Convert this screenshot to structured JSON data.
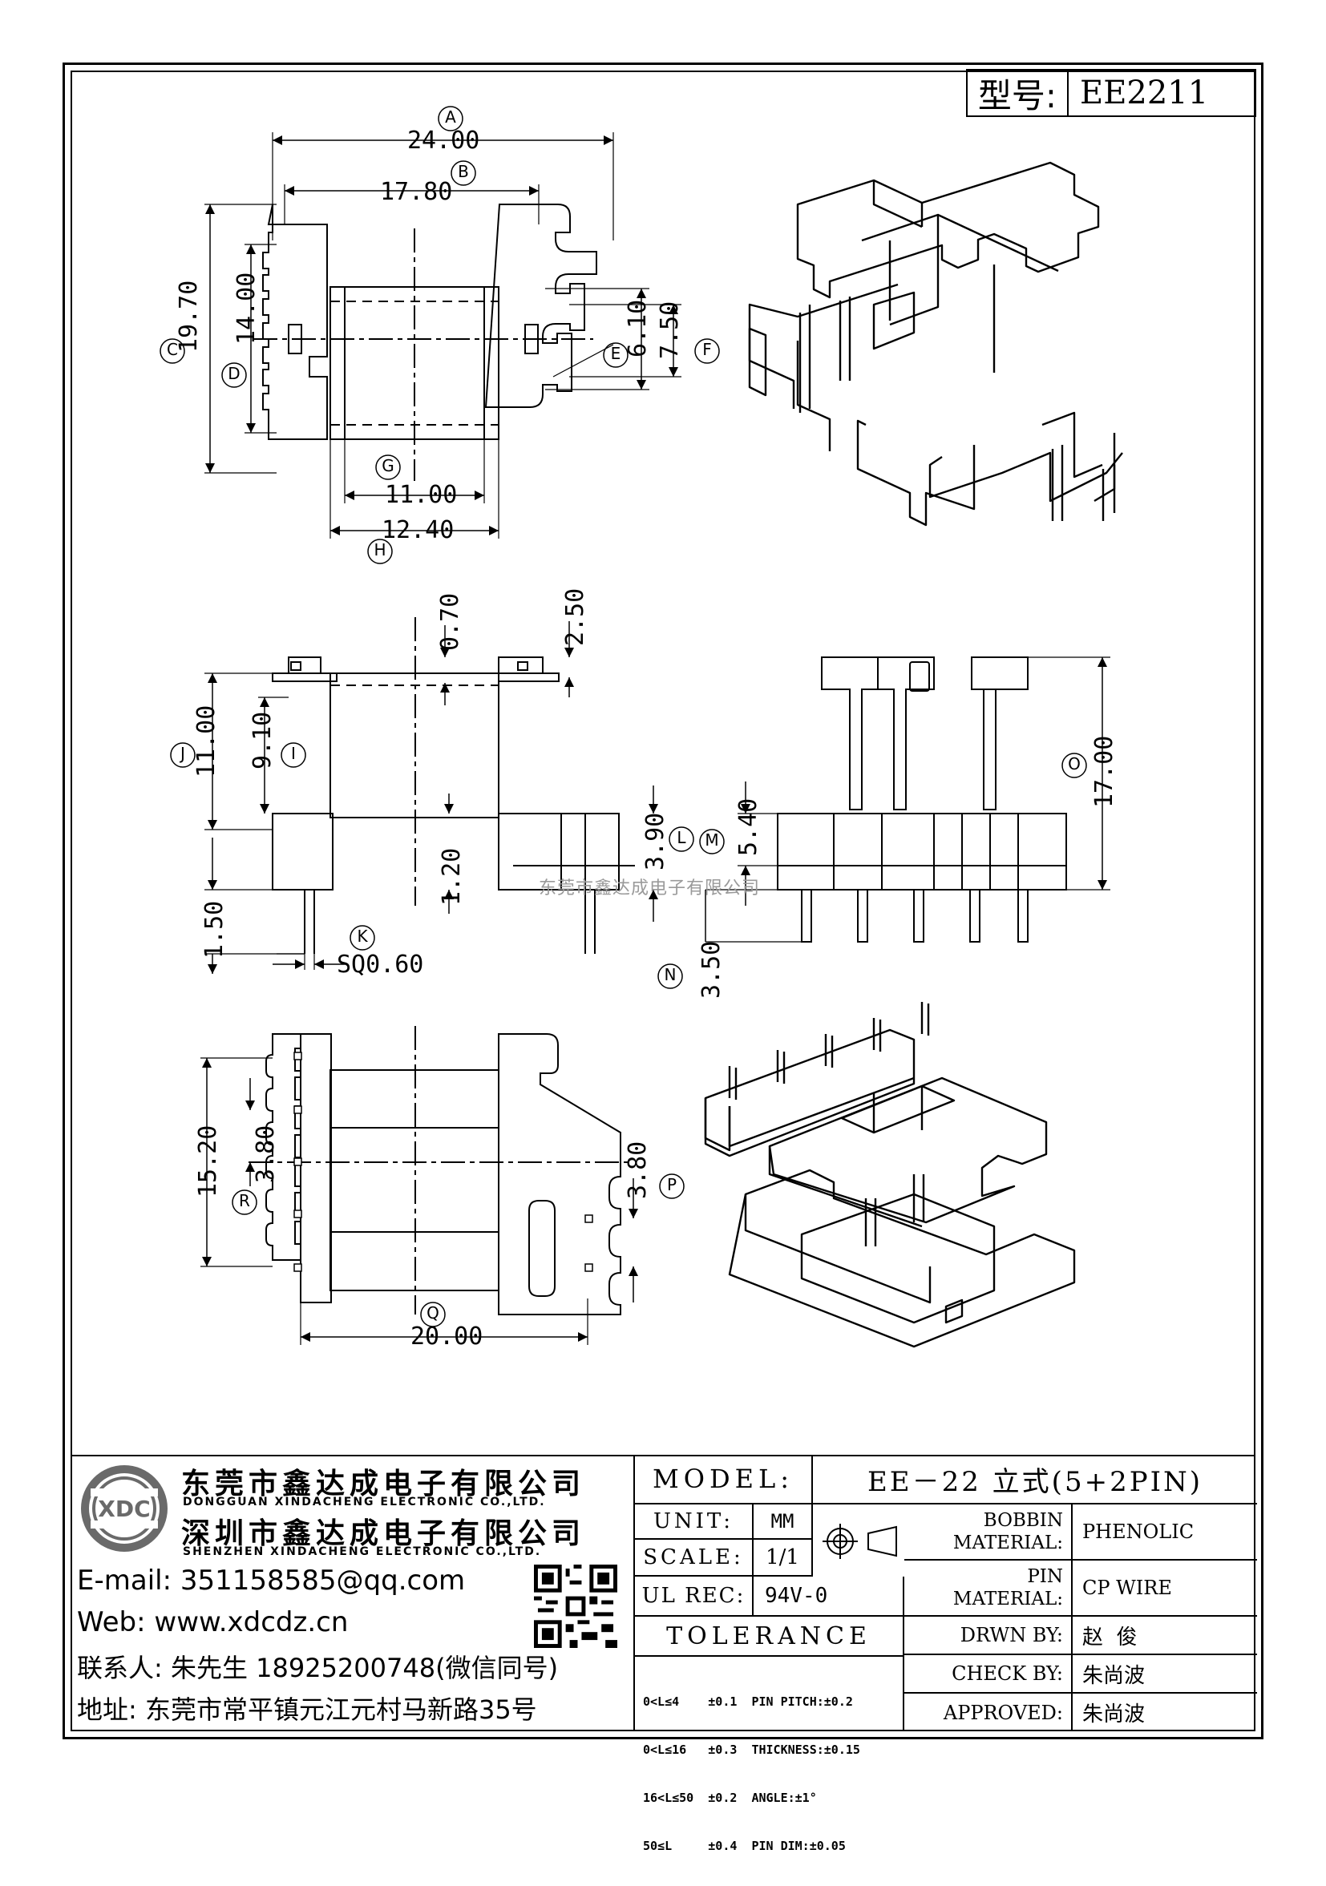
{
  "title_block": {
    "model_no_label": "型号:",
    "model_no": "EE2211"
  },
  "dimensions": {
    "A": "24.00",
    "B": "17.80",
    "C": "19.70",
    "D": "14.00",
    "E": "6.10",
    "F": "7.50",
    "G": "11.00",
    "H": "12.40",
    "I": "9.10",
    "J": "11.00",
    "K": "SQ0.60",
    "L": "3.90",
    "M": "5.40",
    "N": "3.50",
    "O": "17.00",
    "P": "3.80",
    "Q": "20.00",
    "R": "3.80",
    "top_small": "0.70",
    "top_right": "2.50",
    "pin_len": "1.50",
    "base": "1.20",
    "pcb_h": "15.20"
  },
  "callouts": [
    "A",
    "B",
    "C",
    "D",
    "E",
    "F",
    "G",
    "H",
    "I",
    "J",
    "K",
    "L",
    "M",
    "N",
    "O",
    "P",
    "Q",
    "R"
  ],
  "watermark": "东莞市鑫达成电子有限公司",
  "company": {
    "name_cn_1": "东莞市鑫达成电子有限公司",
    "name_en_1": "DONGGUAN XINDACHENG ELECTRONIC CO.,LTD.",
    "name_cn_2": "深圳市鑫达成电子有限公司",
    "name_en_2": "SHENZHEN XINDACHENG ELECTRONIC CO.,LTD.",
    "email": "E-mail: 351158585@qq.com",
    "web": "Web: www.xdcdz.cn",
    "contact": "联系人: 朱先生 18925200748(微信同号)",
    "address": "地址: 东莞市常平镇元江元村马新路35号",
    "logo_text": "XDC"
  },
  "spec": {
    "model_label": "MODEL:",
    "model_value": "EE－22 立式(5+2PIN)",
    "unit_label": "UNIT:",
    "unit_value": "MM",
    "scale_label": "SCALE:",
    "scale_value": "1/1",
    "ulrec_label": "UL REC:",
    "ulrec_value": "94V-0",
    "tolerance_label": "TOLERANCE",
    "tolerance_lines": [
      "0<L≤4    ±0.1  PIN PITCH:±0.2",
      "0<L≤16   ±0.3  THICKNESS:±0.15",
      "16<L≤50  ±0.2  ANGLE:±1°",
      "50≤L     ±0.4  PIN DIM:±0.05"
    ],
    "bobbin_label_1": "BOBBIN",
    "bobbin_label_2": "MATERIAL:",
    "bobbin_value": "PHENOLIC",
    "pin_label_1": "PIN",
    "pin_label_2": "MATERIAL:",
    "pin_value": "CP WIRE",
    "drawn_label": "DRWN BY:",
    "drawn_value": "赵  俊",
    "check_label": "CHECK BY:",
    "check_value": "朱尚波",
    "approved_label": "APPROVED:",
    "approved_value": "朱尚波"
  }
}
